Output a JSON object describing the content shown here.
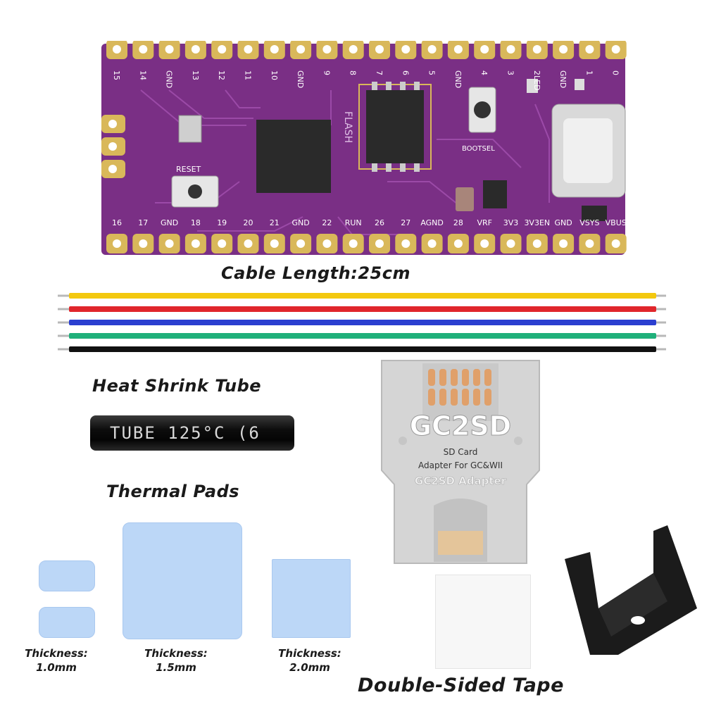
{
  "board": {
    "top_pins": [
      "15",
      "14",
      "GND",
      "13",
      "12",
      "11",
      "10",
      "GND",
      "9",
      "8",
      "7",
      "6",
      "5",
      "GND",
      "4",
      "3",
      "2LED",
      "GND",
      "1",
      "0"
    ],
    "bottom_pins": [
      "16",
      "17",
      "GND",
      "18",
      "19",
      "20",
      "21",
      "GND",
      "22",
      "RUN",
      "26",
      "27",
      "AGND",
      "28",
      "VRF",
      "3V3",
      "3V3EN",
      "GND",
      "VSYS",
      "VBUS"
    ],
    "labels": {
      "reset": "RESET",
      "bootsel": "BOOTSEL",
      "flash": "FLASH"
    },
    "colors": {
      "pcb": "#7a2f85",
      "pad": "#d9b85a"
    }
  },
  "cable": {
    "caption": "Cable Length:25cm",
    "wire_colors": [
      "#f3c80f",
      "#e0262b",
      "#2b3fd0",
      "#1fb07a",
      "#111111"
    ]
  },
  "tube": {
    "caption": "Heat Shrink Tube",
    "print": "TUBE 125°C (6"
  },
  "pads": {
    "caption": "Thermal Pads",
    "items": [
      {
        "line1": "Thickness:",
        "line2": "1.0mm"
      },
      {
        "line1": "Thickness:",
        "line2": "1.5mm"
      },
      {
        "line1": "Thickness:",
        "line2": "2.0mm"
      }
    ]
  },
  "adapter": {
    "title": "GC2SD",
    "line1": "SD Card",
    "line2": "Adapter For GC&WII",
    "line3": "GC2SD Adapter"
  },
  "tape": {
    "caption": "Double-Sided Tape"
  }
}
